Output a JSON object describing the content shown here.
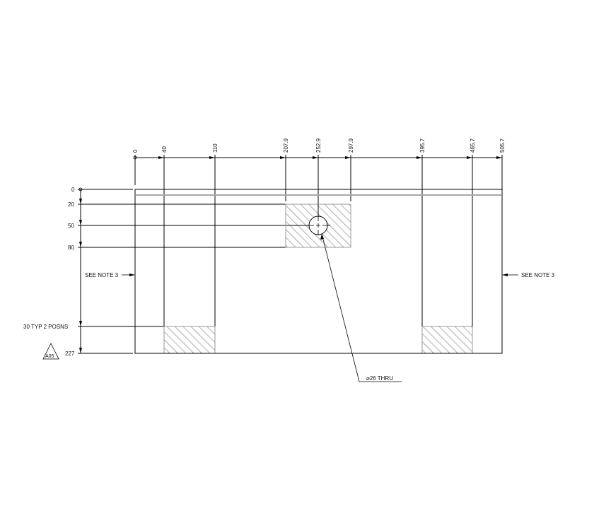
{
  "drawing": {
    "type": "engineering-plate-drawing",
    "horizontal_dimensions": [
      "0",
      "40",
      "110",
      "207.9",
      "252.9",
      "297.9",
      "395.7",
      "465.7",
      "505.7"
    ],
    "vertical_dimensions": [
      "0",
      "20",
      "50",
      "80",
      "227"
    ],
    "typ_label": "30 TYP 2 POSNS",
    "note_left": "SEE NOTE 3",
    "note_right": "SEE NOTE 3",
    "hole_callout": "⌀26 THRU",
    "revision_tag": "A05",
    "colors": {
      "line": "#000000",
      "edge_grey": "#a8a8a8",
      "hatch": "#333333",
      "background": "#ffffff"
    }
  }
}
